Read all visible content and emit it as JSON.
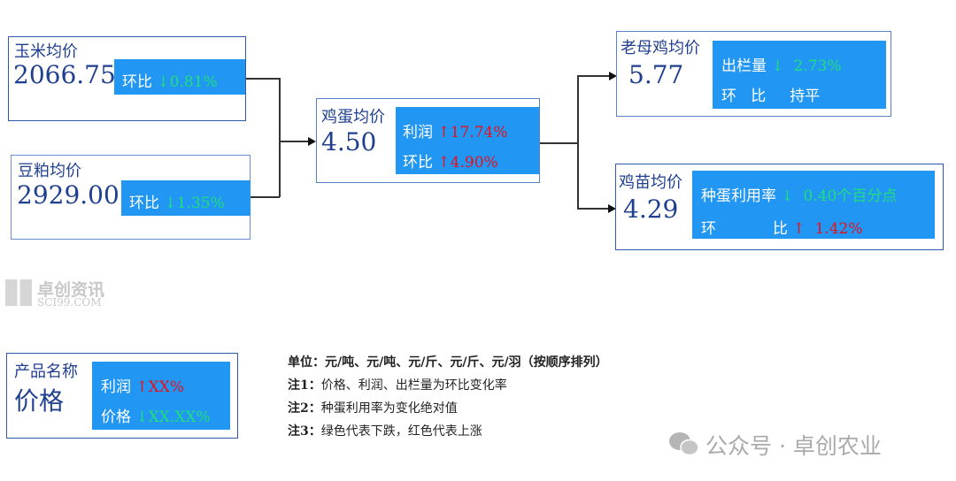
{
  "corn": {
    "title": "玉米均价",
    "value": "2066.75",
    "label": "环比",
    "arrow": "↓",
    "change": "0.81%"
  },
  "soymeal": {
    "title": "豆粕均价",
    "value": "2929.00",
    "label": "环比",
    "arrow": "↓",
    "change": "1.35%"
  },
  "egg": {
    "title": "鸡蛋均价",
    "value": "4.50",
    "profit_label": "利润",
    "profit_arrow": "↑",
    "profit_change": "17.74%",
    "mom_label": "环比",
    "mom_arrow": "↑",
    "mom_change": "4.90%"
  },
  "hen": {
    "title": "老母鸡均价",
    "value": "5.77",
    "out_label": "出栏量",
    "out_arrow": "↓",
    "out_change": "2.73%",
    "mom_label1": "环",
    "mom_label2": "比",
    "mom_change": "持平"
  },
  "chick": {
    "title": "鸡苗均价",
    "value": "4.29",
    "rate_label": "种蛋利用率",
    "rate_arrow": "↓",
    "rate_change": "0.40个百分点",
    "mom_label1": "环",
    "mom_label2": "比",
    "mom_arrow": "↑",
    "mom_change": "1.42%"
  },
  "legend": {
    "title": "产品名称",
    "value": "价格",
    "profit_label": "利润",
    "profit_arrow": "↑",
    "profit_change": "XX%",
    "price_label": "价格",
    "price_arrow": "↓",
    "price_change": "XX.XX%"
  },
  "notes": {
    "unit_label": "单位：",
    "unit": "元/吨、元/吨、元/斤、元/斤、元/羽（按顺序排列）",
    "n1_label": "注1：",
    "n1": "价格、利润、出栏量为环比变化率",
    "n2_label": "注2：",
    "n2": "种蛋利用率为变化绝对值",
    "n3_label": "注3：",
    "n3": "绿色代表下跌，红色代表上涨"
  },
  "watermark": {
    "cn": "卓创资讯",
    "en": "SCI99.COM"
  },
  "wechat": {
    "text": "公众号 · 卓创农业"
  },
  "colors": {
    "panel": "#2196f3",
    "down": "#1fe07a",
    "up": "#e8101a",
    "title": "#1f3f8f"
  }
}
